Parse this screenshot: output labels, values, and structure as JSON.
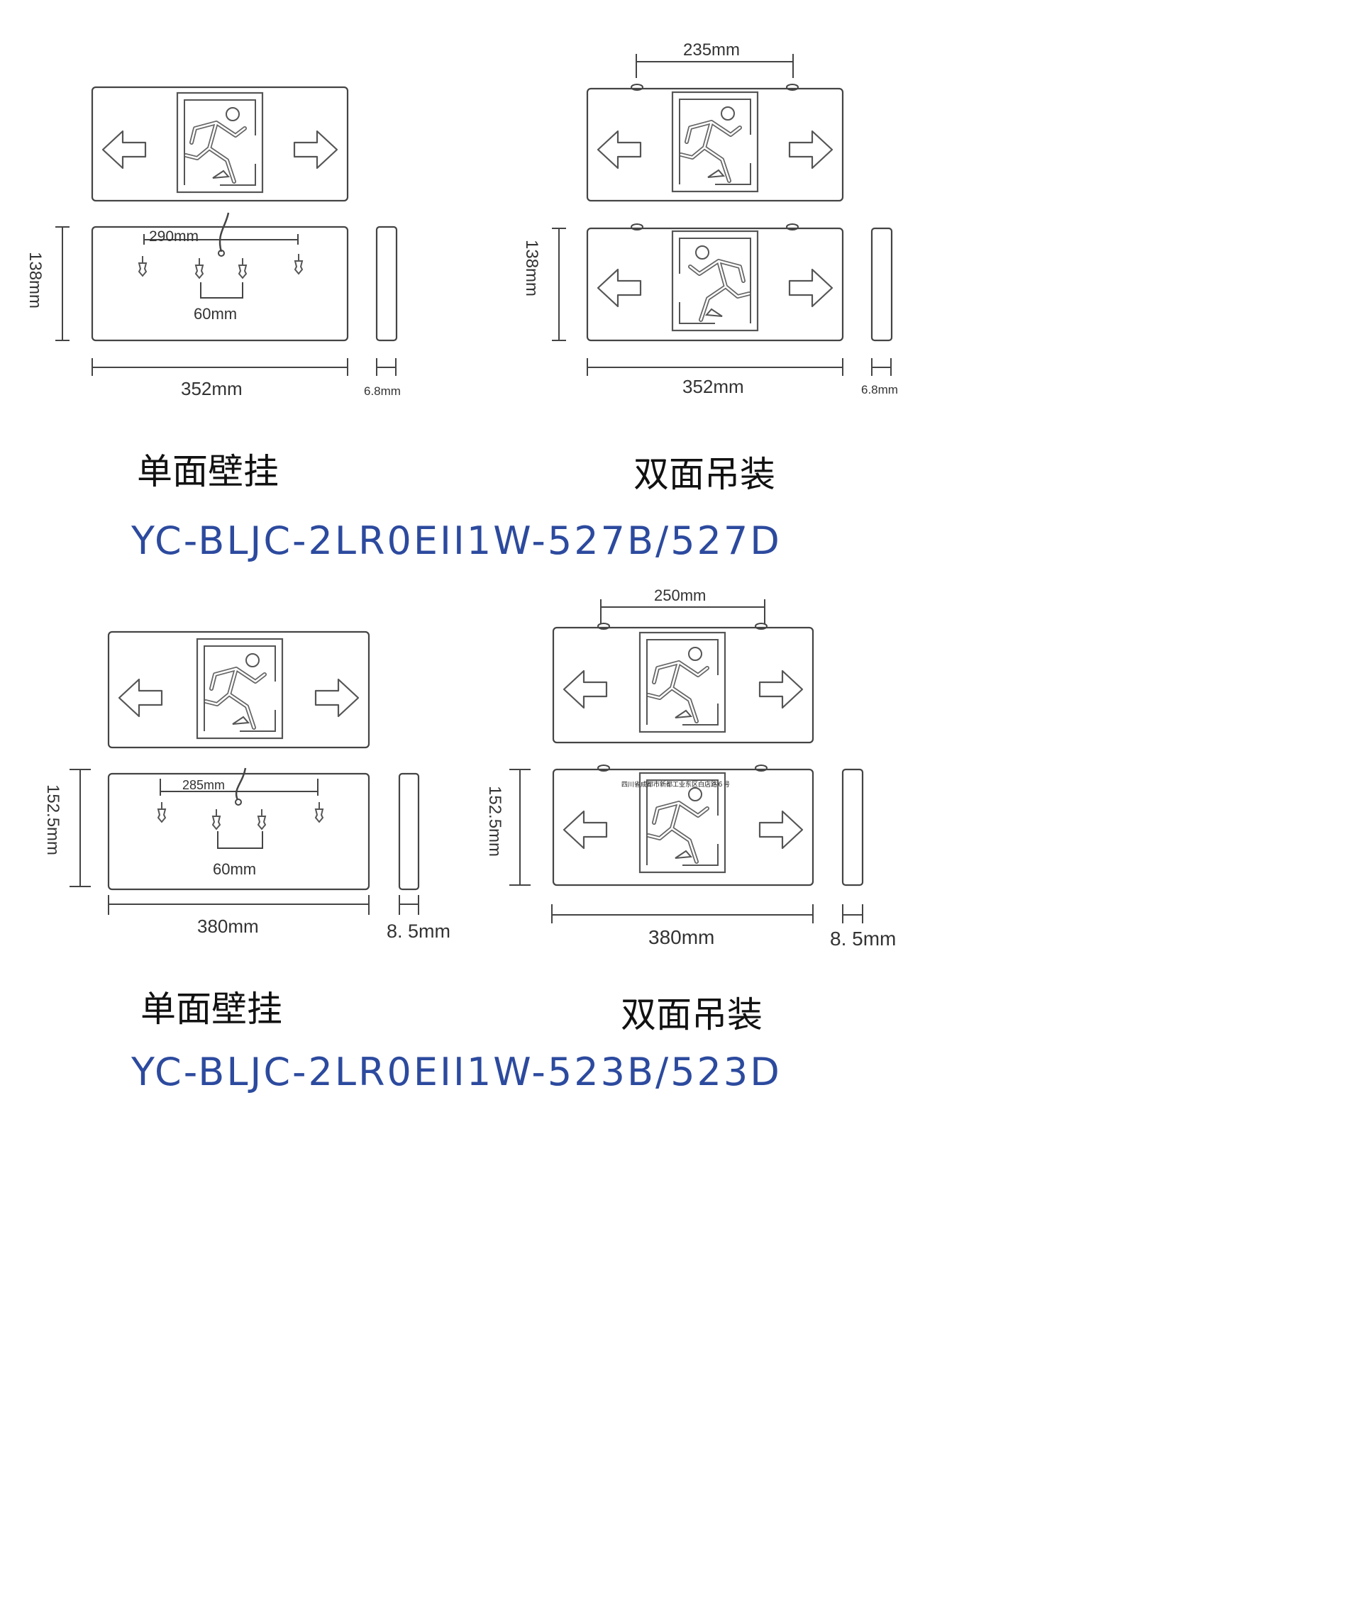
{
  "top": {
    "single": {
      "mount_spacing": "290mm",
      "hook_spacing": "60mm",
      "height": "138mm",
      "width": "352mm",
      "depth": "6.8mm",
      "caption": "单面壁挂"
    },
    "double": {
      "hang_spacing": "235mm",
      "height": "138mm",
      "width": "352mm",
      "depth": "6.8mm",
      "caption": "双面吊装"
    },
    "model": "YC-BLJC-2LR0EII1W-527B/527D"
  },
  "bottom": {
    "single": {
      "mount_spacing": "285mm",
      "hook_spacing": "60mm",
      "height": "152.5mm",
      "width": "380mm",
      "depth": "8. 5mm",
      "caption": "单面壁挂"
    },
    "double": {
      "hang_spacing": "250mm",
      "address": "四川省成都市新都工业东区白店路６号",
      "height": "152.5mm",
      "width": "380mm",
      "depth": "8. 5mm",
      "caption": "双面吊装"
    },
    "model": "YC-BLJC-2LR0EII1W-523B/523D"
  },
  "colors": {
    "line": "#444444",
    "model_text": "#2c4a9e"
  }
}
